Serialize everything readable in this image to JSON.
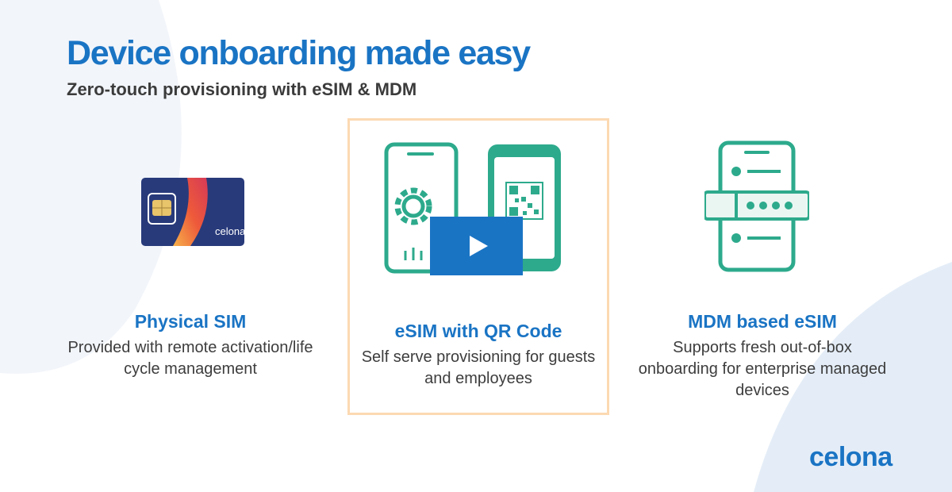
{
  "header": {
    "title": "Device onboarding made easy",
    "subtitle": "Zero-touch provisioning with eSIM & MDM"
  },
  "cards": [
    {
      "heading": "Physical SIM",
      "description": "Provided with remote activation/life cycle management",
      "image_icon": "sim-card-icon",
      "sim_brand": "celona"
    },
    {
      "heading": "eSIM with QR Code",
      "description": "Self serve provisioning for guests and employees",
      "image_icon": "phone-gear-and-qr-icon",
      "highlighted": true
    },
    {
      "heading": "MDM based eSIM",
      "description": "Supports fresh out-of-box onboarding for enterprise managed devices",
      "image_icon": "phone-password-icon"
    }
  ],
  "video": {
    "play_icon": "play-icon"
  },
  "brand": {
    "logo_text": "celona"
  },
  "colors": {
    "accent_blue": "#1a74c4",
    "icon_teal": "#2daa8c",
    "highlight_border": "#fcd9b2",
    "sim_navy": "#283a7a",
    "sim_orange": "#ef6a3a"
  }
}
